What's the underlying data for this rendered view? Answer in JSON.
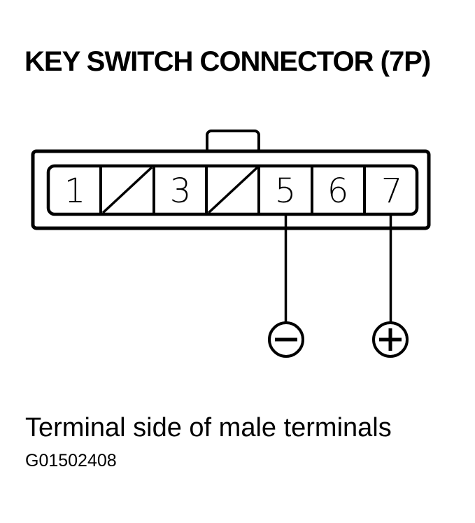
{
  "title": "KEY SWITCH CONNECTOR (7P)",
  "caption": "Terminal side of male terminals",
  "figure_code": "G01502408",
  "connector": {
    "pin_count_label": "7P",
    "pins": [
      {
        "label": "1",
        "slashed": false
      },
      {
        "label": "",
        "slashed": true
      },
      {
        "label": "3",
        "slashed": false
      },
      {
        "label": "",
        "slashed": true
      },
      {
        "label": "5",
        "slashed": false,
        "terminal": "negative"
      },
      {
        "label": "6",
        "slashed": false
      },
      {
        "label": "7",
        "slashed": false,
        "terminal": "positive"
      }
    ],
    "icons": {
      "negative_symbol": "−",
      "positive_symbol": "+"
    }
  },
  "colors": {
    "ink": "#000000",
    "background": "#ffffff"
  }
}
